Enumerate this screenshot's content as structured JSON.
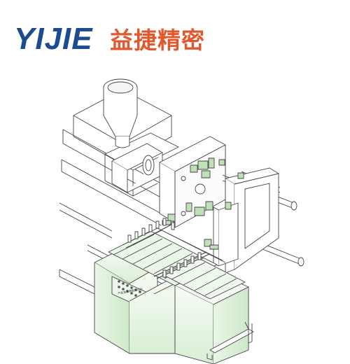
{
  "logo": {
    "latin": "YIJIE",
    "chinese": "益捷精密"
  },
  "colors": {
    "brand_blue": "#1a4c8f",
    "brand_orange": "#e2582c",
    "line": "#444444",
    "machine_green": "#e7f4e4",
    "part_green": "#bfe0b8"
  },
  "illustration": {
    "control_panel_label": "产品金属钢管自动化"
  }
}
